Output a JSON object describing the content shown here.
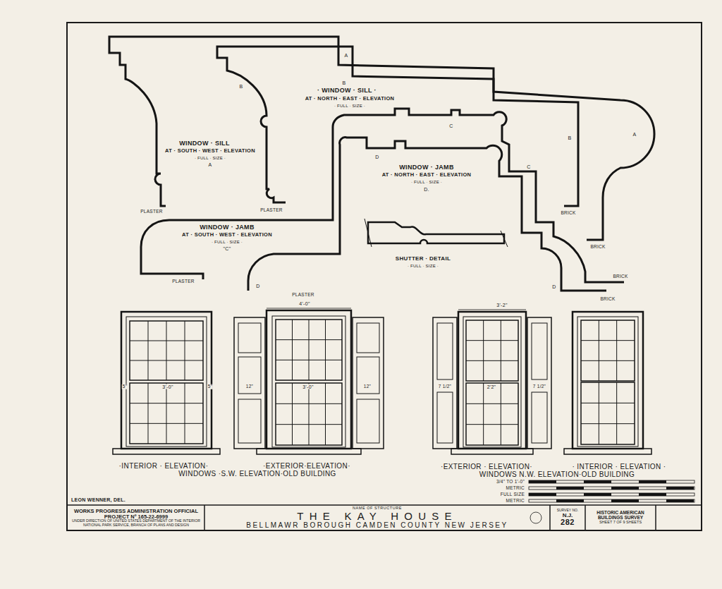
{
  "diagram": {
    "nodes": [
      {
        "text": [
          "WORKS PROGRESS ADMINISTRATION OFFICIAL PROJECT Nº 165-22-6999",
          "UNDER DIRECTION OF UNITED STATES DEPARTMENT OF THE INTERIOR NATIONAL PARK SERVICE, BRANCH OF PLANS AND DESIGN"
        ]
      },
      {
        "text": [
          "NAME OF STRUCTURE",
          "THE KAY HOUSE",
          "BELLMAWR BOROUGH CAMDEN COUNTY NEW JERSEY"
        ]
      },
      {
        "text": [
          "SURVEY NO.",
          "N.J.",
          "282"
        ]
      },
      {
        "text": [
          "HISTORIC AMERICAN BUILDINGS SURVEY",
          "SHEET 7 OF 9 SHEETS"
        ]
      }
    ],
    "labels": [
      "WINDOW · SILL",
      "AT · SOUTH · WEST · ELEVATION",
      "· FULL · SIZE ·",
      "A",
      "A",
      "B",
      "B",
      "· WINDOW · SILL ·",
      "AT · NORTH · EAST · ELEVATION",
      "· FULL · SIZE ·",
      "C",
      "D",
      "WINDOW · JAMB",
      "AT · NORTH · EAST · ELEVATION",
      "· FULL · SIZE ·",
      "D.",
      "B",
      "A",
      "C",
      "PLASTER",
      "PLASTER",
      "BRICK",
      "WINDOW · JAMB",
      "AT · SOUTH · WEST · ELEVATION",
      "· FULL · SIZE ·",
      "\"C\"",
      "BRICK",
      "SHUTTER · DETAIL",
      "· FULL · SIZE ·",
      "PLASTER",
      "D",
      "D",
      "BRICK",
      "BRICK",
      "PLASTER",
      "4'-0\"",
      "3'-2\"",
      "5\"",
      "3'-0\"",
      "5\"",
      "12\"",
      "3'-0\"",
      "12\"",
      "7 1/2\"",
      "2'2\"",
      "7 1/2\"",
      "·INTERIOR · ELEVATION·",
      "·EXTERIOR·ELEVATION·",
      "WINDOWS ·S.W. ELEVATION·OLD BUILDING",
      "·EXTERIOR · ELEVATION·",
      "· INTERIOR · ELEVATION ·",
      "WINDOWS N.W. ELEVATION·OLD BUILDING",
      "3/4\" TO 1'-0\"",
      "METRIC",
      "FULL SIZE",
      "METRIC",
      "LEON WENNER, DEL."
    ]
  }
}
